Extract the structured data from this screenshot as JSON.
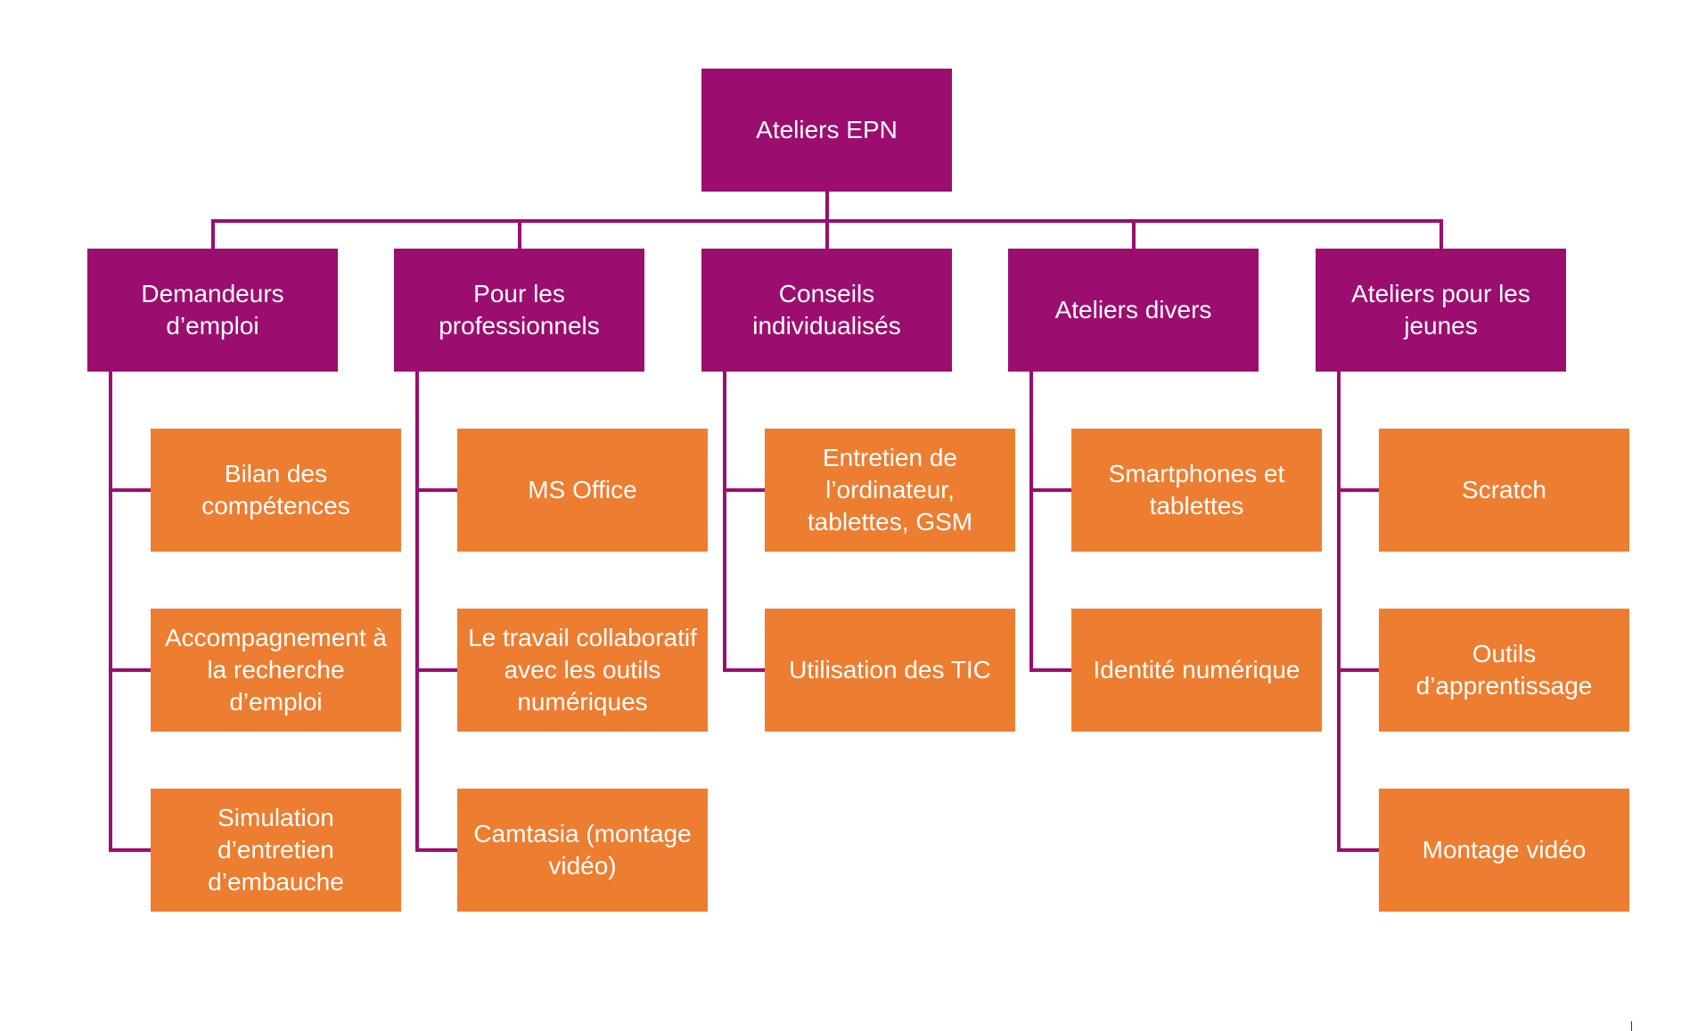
{
  "colors": {
    "category": "#9b0e6f",
    "item": "#ed7d31",
    "line": "#9b0e6f",
    "text": "#ffffff"
  },
  "root": {
    "label": "Ateliers EPN"
  },
  "categories": [
    {
      "label": "Demandeurs\nd’emploi",
      "items": [
        "Bilan des\ncompétences",
        "Accompagnement à\nla recherche\nd’emploi",
        "Simulation\nd’entretien\nd’embauche"
      ]
    },
    {
      "label": "Pour les\nprofessionnels",
      "items": [
        "MS Office",
        "Le travail collaboratif\navec les outils\nnumériques",
        "Camtasia (montage\nvidéo)"
      ]
    },
    {
      "label": "Conseils\nindividualisés",
      "items": [
        "Entretien de\nl’ordinateur,\ntablettes, GSM",
        "Utilisation des TIC"
      ]
    },
    {
      "label": "Ateliers divers",
      "items": [
        "Smartphones et\ntablettes",
        "Identité numérique"
      ]
    },
    {
      "label": "Ateliers pour les\njeunes",
      "items": [
        "Scratch",
        "Outils\nd’apprentissage",
        "Montage vidéo"
      ]
    }
  ]
}
